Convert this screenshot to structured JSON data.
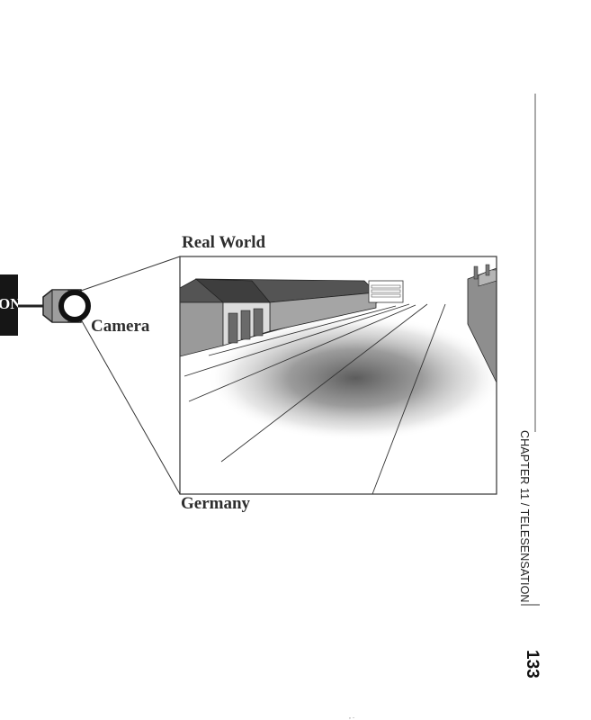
{
  "diagram": {
    "labels": {
      "real_world": "Real World",
      "location": "Germany",
      "camera": "Camera",
      "side_tab": "ON"
    }
  },
  "page": {
    "running_head": "CHAPTER 11 / TELESENSATION",
    "page_number": "133"
  },
  "colors": {
    "ink": "#2e2e2e",
    "tab": "#161616",
    "roof": "#555555",
    "wall": "#9a9a9a"
  }
}
